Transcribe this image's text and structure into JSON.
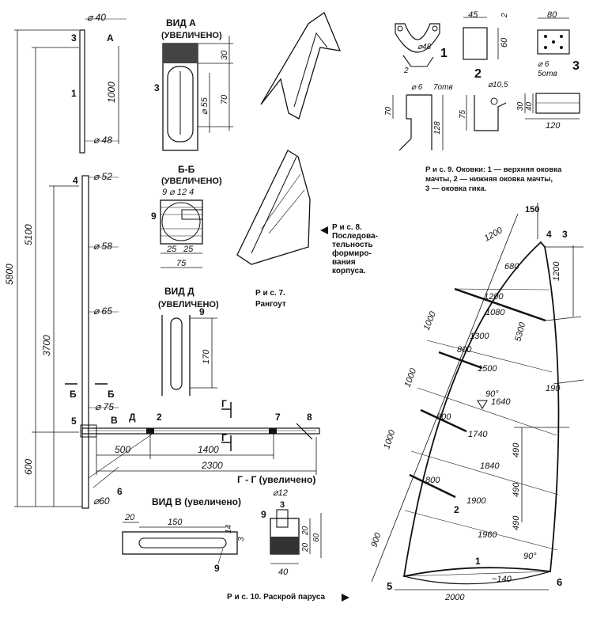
{
  "rangout": {
    "dims": {
      "d40": "⌀ 40",
      "d48": "⌀ 48",
      "d52": "⌀ 52",
      "d58": "⌀ 58",
      "d65": "⌀ 65",
      "d75": "⌀ 75",
      "d60": "⌀60",
      "h5800": "5800",
      "h5100": "5100",
      "h3700": "3700",
      "h1000": "1000",
      "h600": "600",
      "b500": "500",
      "b1400": "1400",
      "b2300": "2300"
    },
    "marks": {
      "m3": "3",
      "m1": "1",
      "m4": "4",
      "m5": "5",
      "m2": "2",
      "m6": "6",
      "m7": "7",
      "m8": "8",
      "secA": "A",
      "secB": "В",
      "secD": "Д",
      "secG": "Г",
      "secBB": "Б"
    }
  },
  "view_a": {
    "title": "ВИД А",
    "sub": "(УВЕЛИЧЕНО)",
    "d30": "30",
    "d70": "70",
    "d55": "⌀ 55",
    "m3": "3"
  },
  "section_bb": {
    "title": "Б-Б",
    "sub": "(УВЕЛИЧЕНО)",
    "top": "9 ⌀ 12  4",
    "d25a": "25",
    "d25b": "25",
    "d75": "75",
    "m9": "9"
  },
  "view_d": {
    "title": "ВИД Д",
    "sub": "(УВЕЛИЧЕНО)",
    "d170": "170",
    "m9": "9"
  },
  "view_v": {
    "title": "ВИД В (увеличено)",
    "d20": "20",
    "d150": "150",
    "d14": "14",
    "d3": "3",
    "m9": "9"
  },
  "section_gg": {
    "title": "Г - Г (увеличено)",
    "d12": "⌀12",
    "m3": "3",
    "m9": "9",
    "d20a": "20",
    "d20b": "20",
    "d60": "60",
    "d40": "40"
  },
  "captions": {
    "fig7_a": "Р и с. 7.",
    "fig7_b": "Рангоут",
    "fig8": [
      "Р и с. 8.",
      "Последова-",
      "тельность",
      "формиро-",
      "вания",
      "корпуса."
    ],
    "fig9": [
      "Р и с. 9. Оковки: 1 — верхняя оковка",
      "мачты, 2 — нижняя оковка мачты,",
      "3 — оковка гика."
    ],
    "fig10": "Р и с. 10. Раскрой паруса"
  },
  "fittings": {
    "n1": "1",
    "n2": "2",
    "n3": "3",
    "d48": "⌀48",
    "d2": "2",
    "d45": "45",
    "d60": "60",
    "d2b": "2",
    "d80": "80",
    "d6": "⌀ 6",
    "d5otv": "5отв",
    "d6b": "⌀ 6",
    "d7otv": "7отв",
    "d70": "70",
    "d128": "128",
    "d105": "⌀10,5",
    "d75": "75",
    "d30": "30",
    "d40": "40",
    "d120": "120"
  },
  "sail": {
    "top": "150",
    "d1200a": "1200",
    "d1200b": "1200",
    "d680": "680",
    "d1200c": "1200",
    "d1080": "1080",
    "d5300": "5300",
    "d1300": "1300",
    "d800a": "800",
    "d1500": "1500",
    "d190": "190",
    "ang90a": "90°",
    "d1640": "1640",
    "d800b": "800",
    "d1740": "1740",
    "d490a": "490",
    "d1840": "1840",
    "d800c": "800",
    "d1900": "1900",
    "d490b": "490",
    "d1960": "1960",
    "d490c": "490",
    "ang90b": "90°",
    "d140": "~140",
    "d2000": "2000",
    "l1000a": "1000",
    "l1000b": "1000",
    "l1000c": "1000",
    "l900": "900",
    "m1": "1",
    "m2": "2",
    "m3": "3",
    "m4": "4",
    "m5": "5",
    "m6": "6"
  }
}
